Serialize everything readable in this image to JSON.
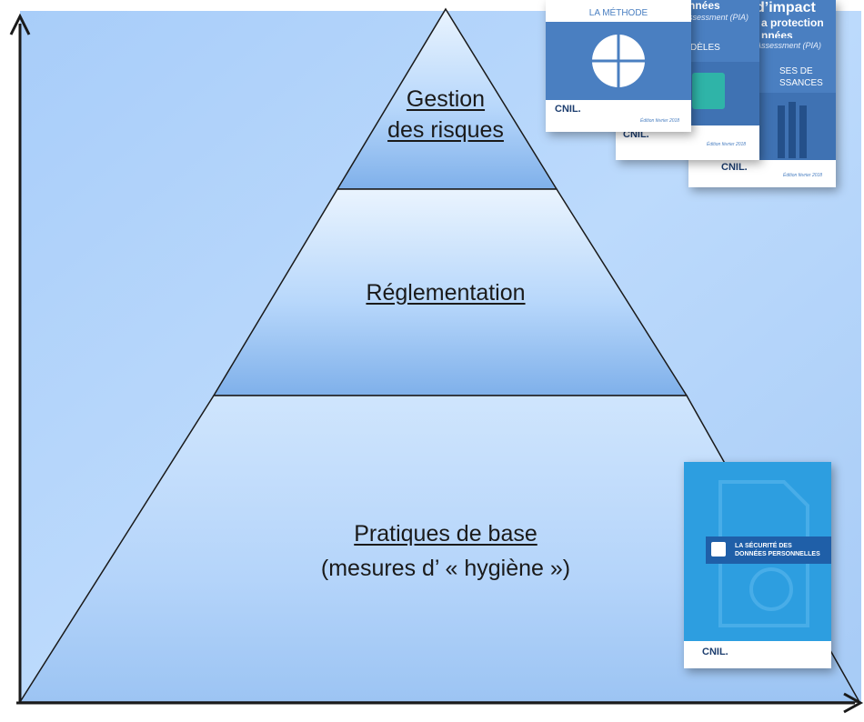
{
  "pyramid": {
    "top": {
      "line1": "Gestion",
      "line2": "des risques"
    },
    "middle": {
      "label": "Réglementation"
    },
    "bottom": {
      "line1": "Pratiques de base",
      "line2": "(mesures d’ « hygiène »)"
    }
  },
  "books": {
    "methode": {
      "band": "LA MÉTHODE",
      "logo": "CNIL.",
      "edition": "Édition février 2018"
    },
    "modeles": {
      "title": "nnées",
      "subtitle": "ssessment (PIA)",
      "band": "DÈLES",
      "logo": "CNIL.",
      "edition": "Édition février 2018"
    },
    "bases": {
      "title_1": "d’impact",
      "title_2": "a protection",
      "title_3": "nnées",
      "subtitle": "Assessment (PIA)",
      "band_1": "SES DE",
      "band_2": "SSANCES",
      "logo": "CNIL.",
      "edition": "Édition février 2018"
    },
    "securite": {
      "title_1": "LA SÉCURITÉ DES",
      "title_2": "DONNÉES PERSONNELLES",
      "logo": "CNIL."
    }
  },
  "colors": {
    "background_light": "#b6d6fb",
    "background_dark": "#8fbcf3",
    "pyramid_light": "#e6f2fe",
    "pyramid_dark": "#7faee8",
    "axis": "#1a1a1a",
    "book_blue": "#4a7fc1",
    "securite_blue": "#2d9ee0"
  }
}
